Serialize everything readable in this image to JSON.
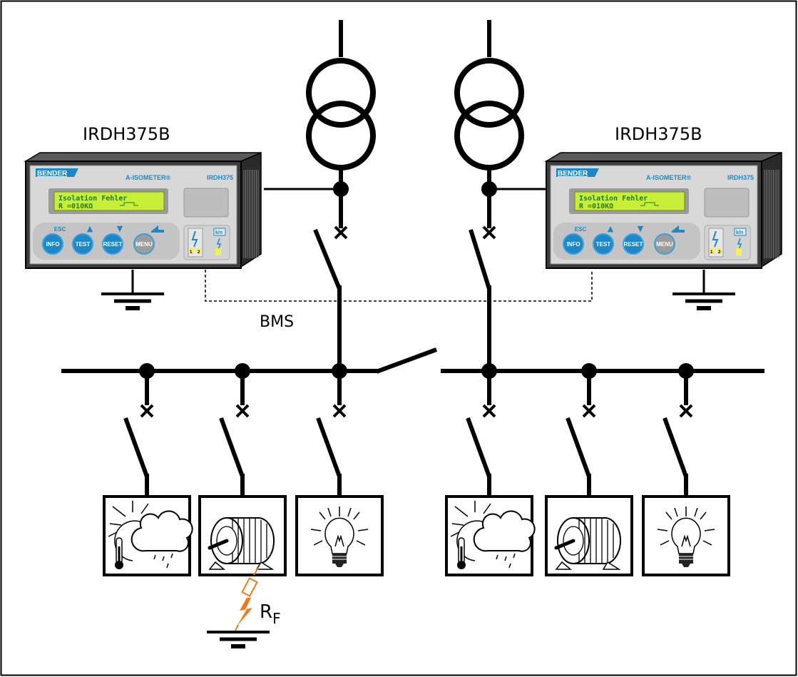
{
  "devices": [
    {
      "title": "IRDH375B",
      "brand": "BENDER",
      "product_line": "A-ISOMETER®",
      "model_tag": "IRDH375",
      "lcd_line1": "Isolation  Fehler",
      "lcd_line2": "R =010KΩ",
      "buttons": [
        {
          "label": "INFO",
          "top_label": "ESC"
        },
        {
          "label": "TEST",
          "top_label": "▲"
        },
        {
          "label": "RESET",
          "top_label": "▼"
        },
        {
          "label": "MENU",
          "top_label": ""
        }
      ],
      "led_labels": [
        "1",
        "2"
      ],
      "status_tag": "k/n"
    },
    {
      "title": "IRDH375B",
      "brand": "BENDER",
      "product_line": "A-ISOMETER®",
      "model_tag": "IRDH375",
      "lcd_line1": "Isolation  Fehler",
      "lcd_line2": "R =010KΩ",
      "buttons": [
        {
          "label": "INFO",
          "top_label": "ESC"
        },
        {
          "label": "TEST",
          "top_label": "▲"
        },
        {
          "label": "RESET",
          "top_label": "▼"
        },
        {
          "label": "MENU",
          "top_label": ""
        }
      ],
      "led_labels": [
        "1",
        "2"
      ],
      "status_tag": "k/n"
    }
  ],
  "bus_label": "BMS",
  "fault_resistor_label": "R",
  "fault_resistor_subscript": "F",
  "loads_left": [
    "weather-sun-cloud-icon",
    "motor-icon",
    "light-bulb-icon"
  ],
  "loads_right": [
    "weather-sun-cloud-icon",
    "motor-icon",
    "light-bulb-icon"
  ],
  "colors": {
    "line": "#000000",
    "device_face": "#d8d8d8",
    "device_frame": "#3c3c3c",
    "lcd_bg": "#c8ee3a",
    "lcd_text": "#1f7d1f",
    "button_blue": "#1e87c8",
    "fault_orange": "#f07a1a"
  }
}
